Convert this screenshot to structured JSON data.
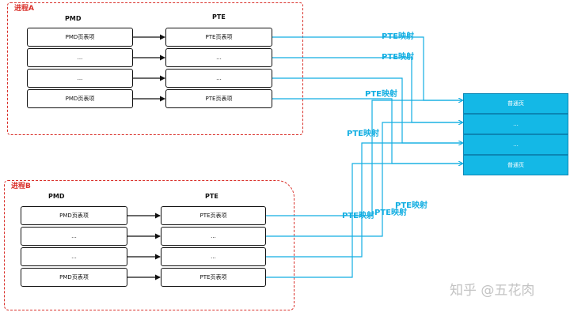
{
  "processA": {
    "label": "进程A",
    "pmd_title": "PMD",
    "pte_title": "PTE",
    "pmd_cells": [
      "PMD页表项",
      "...",
      "...",
      "PMD页表项"
    ],
    "pte_cells": [
      "PTE页表项",
      "...",
      "...",
      "PTE页表项"
    ]
  },
  "processB": {
    "label": "进程B",
    "pmd_title": "PMD",
    "pte_title": "PTE",
    "pmd_cells": [
      "PMD页表项",
      "...",
      "...",
      "PMD页表项"
    ],
    "pte_cells": [
      "PTE页表项",
      "...",
      "...",
      "PTE页表项"
    ]
  },
  "physical_pages": [
    "普通页",
    "...",
    "...",
    "普通页"
  ],
  "mapping_labels": [
    "PTE映射",
    "PTE映射",
    "PTE映射",
    "PTE映射",
    "PTE映射",
    "PTE映射",
    "PTE映射"
  ],
  "watermark": "知乎 @五花肉",
  "colors": {
    "process_border": "#d9302a",
    "mapping_line": "#12aee2",
    "page_fill": "#14b8e6",
    "cell_border": "#111111"
  }
}
